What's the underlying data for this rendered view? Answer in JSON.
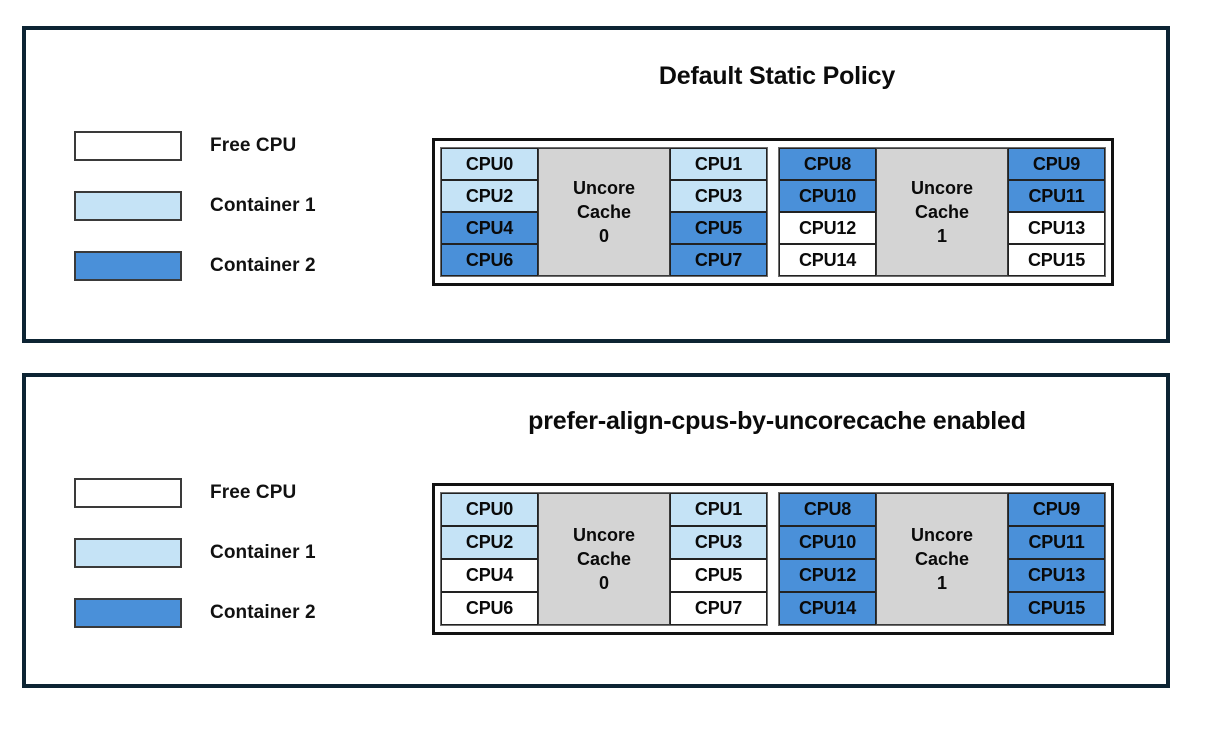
{
  "colors": {
    "panel_border": "#0d2433",
    "free_cpu": "#ffffff",
    "container1": "#c5e3f6",
    "container2": "#4a90d9",
    "uncore_cache": "#d4d4d4",
    "text": "#0a0a0a"
  },
  "panels": [
    {
      "id": "default",
      "title": "Default Static Policy",
      "legend": [
        {
          "label": "Free CPU",
          "state": "free"
        },
        {
          "label": "Container 1",
          "state": "container1"
        },
        {
          "label": "Container 2",
          "state": "container2"
        }
      ],
      "groups": [
        {
          "cache_label_line1": "Uncore",
          "cache_label_line2": "Cache",
          "cache_label_line3": "0",
          "left_column": [
            {
              "label": "CPU0",
              "state": "container1"
            },
            {
              "label": "CPU2",
              "state": "container1"
            },
            {
              "label": "CPU4",
              "state": "container2"
            },
            {
              "label": "CPU6",
              "state": "container2"
            }
          ],
          "right_column": [
            {
              "label": "CPU1",
              "state": "container1"
            },
            {
              "label": "CPU3",
              "state": "container1"
            },
            {
              "label": "CPU5",
              "state": "container2"
            },
            {
              "label": "CPU7",
              "state": "container2"
            }
          ]
        },
        {
          "cache_label_line1": "Uncore",
          "cache_label_line2": "Cache",
          "cache_label_line3": "1",
          "left_column": [
            {
              "label": "CPU8",
              "state": "container2"
            },
            {
              "label": "CPU10",
              "state": "container2"
            },
            {
              "label": "CPU12",
              "state": "free"
            },
            {
              "label": "CPU14",
              "state": "free"
            }
          ],
          "right_column": [
            {
              "label": "CPU9",
              "state": "container2"
            },
            {
              "label": "CPU11",
              "state": "container2"
            },
            {
              "label": "CPU13",
              "state": "free"
            },
            {
              "label": "CPU15",
              "state": "free"
            }
          ]
        }
      ]
    },
    {
      "id": "prefer",
      "title": "prefer-align-cpus-by-uncorecache enabled",
      "legend": [
        {
          "label": "Free CPU",
          "state": "free"
        },
        {
          "label": "Container 1",
          "state": "container1"
        },
        {
          "label": "Container 2",
          "state": "container2"
        }
      ],
      "groups": [
        {
          "cache_label_line1": "Uncore",
          "cache_label_line2": "Cache",
          "cache_label_line3": "0",
          "left_column": [
            {
              "label": "CPU0",
              "state": "container1"
            },
            {
              "label": "CPU2",
              "state": "container1"
            },
            {
              "label": "CPU4",
              "state": "free"
            },
            {
              "label": "CPU6",
              "state": "free"
            }
          ],
          "right_column": [
            {
              "label": "CPU1",
              "state": "container1"
            },
            {
              "label": "CPU3",
              "state": "container1"
            },
            {
              "label": "CPU5",
              "state": "free"
            },
            {
              "label": "CPU7",
              "state": "free"
            }
          ]
        },
        {
          "cache_label_line1": "Uncore",
          "cache_label_line2": "Cache",
          "cache_label_line3": "1",
          "left_column": [
            {
              "label": "CPU8",
              "state": "container2"
            },
            {
              "label": "CPU10",
              "state": "container2"
            },
            {
              "label": "CPU12",
              "state": "container2"
            },
            {
              "label": "CPU14",
              "state": "container2"
            }
          ],
          "right_column": [
            {
              "label": "CPU9",
              "state": "container2"
            },
            {
              "label": "CPU11",
              "state": "container2"
            },
            {
              "label": "CPU13",
              "state": "container2"
            },
            {
              "label": "CPU15",
              "state": "container2"
            }
          ]
        }
      ]
    }
  ]
}
